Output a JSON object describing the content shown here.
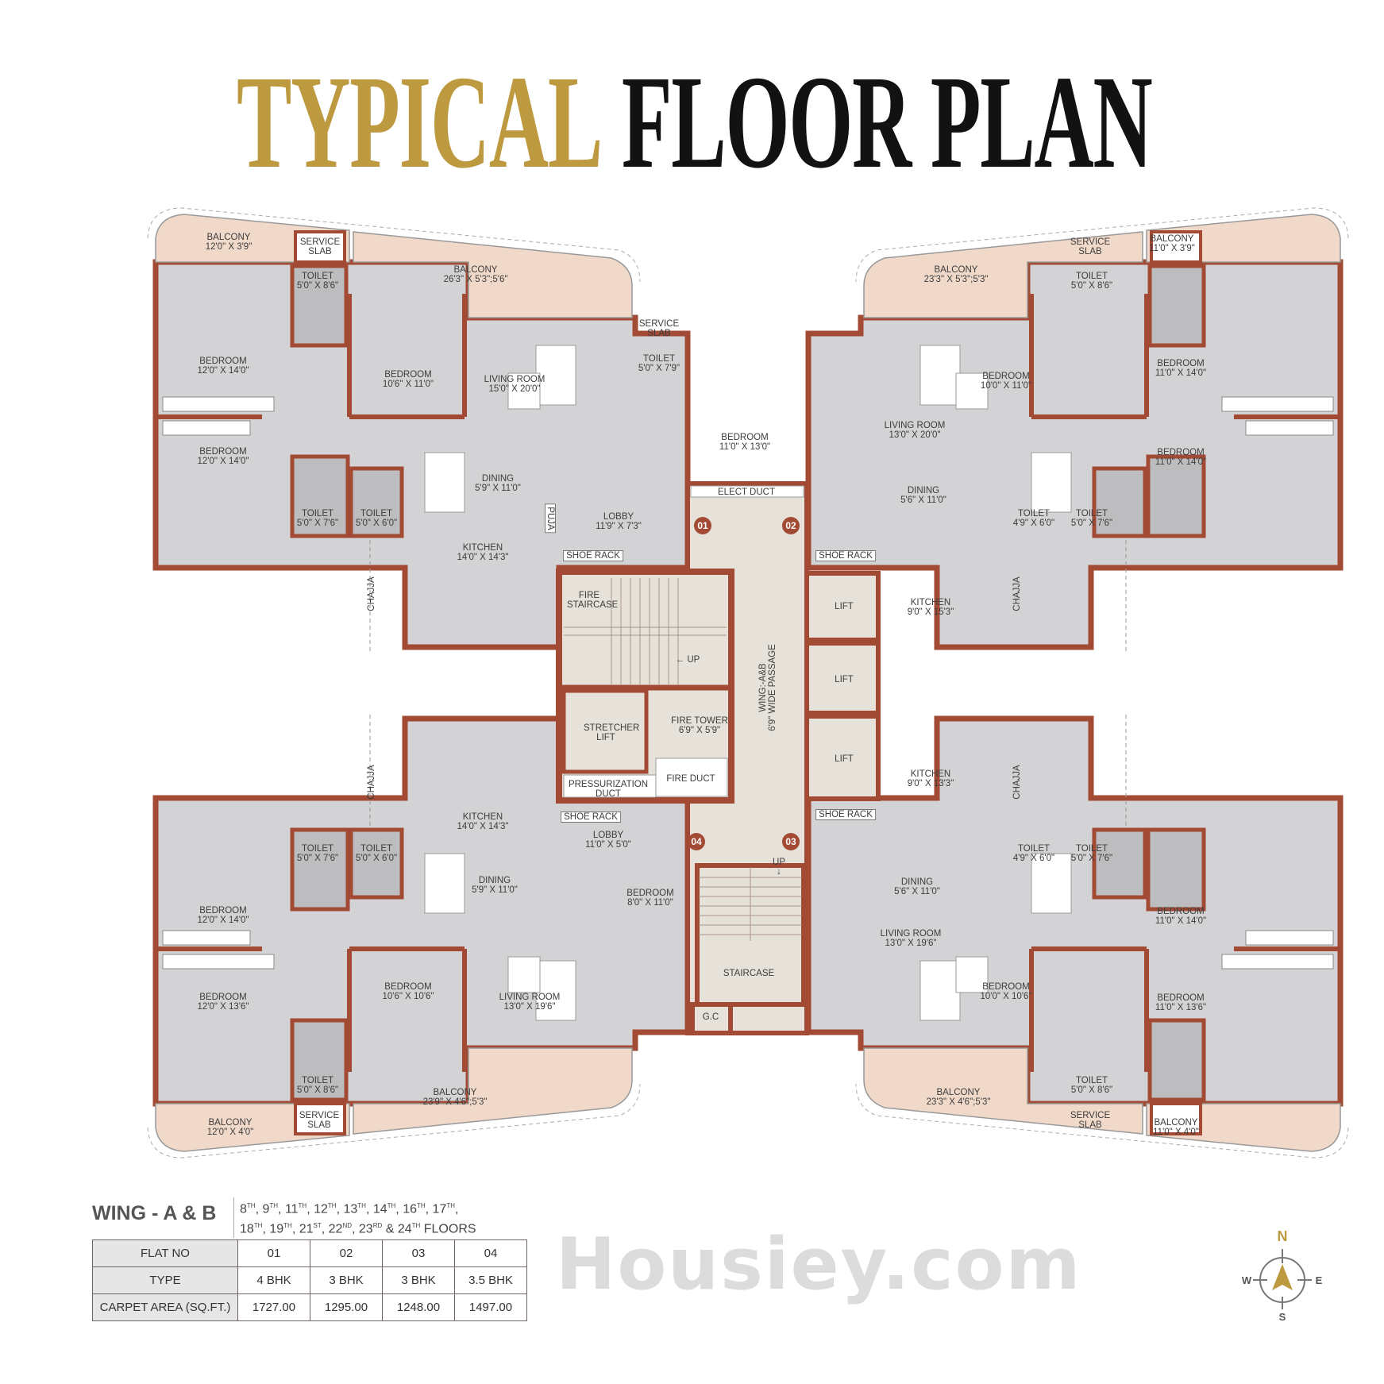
{
  "title": {
    "word1": "TYPICAL",
    "word2": "FLOOR PLAN",
    "word1_color": "#bd9a3f",
    "word2_color": "#121212"
  },
  "watermark": "Housiey.com",
  "colors": {
    "wall": "#a24a33",
    "flat_floor": "#d3d3d5",
    "balcony": "#f1d9ca",
    "core": "#e6e2da"
  },
  "flat_numbers": [
    "01",
    "02",
    "03",
    "04"
  ],
  "flat01": {
    "rooms": [
      {
        "name": "BALCONY",
        "size": "12'0\" X 3'9\""
      },
      {
        "name": "SERVICE SLAB",
        "size": ""
      },
      {
        "name": "TOILET",
        "size": "5'0\" X 8'6\""
      },
      {
        "name": "BALCONY",
        "size": "26'3\" X 5'3\";5'6\""
      },
      {
        "name": "BEDROOM",
        "size": "12'0\" X 14'0\""
      },
      {
        "name": "BEDROOM",
        "size": "10'6\" X 11'0\""
      },
      {
        "name": "LIVING ROOM",
        "size": "15'0\" X 20'0\""
      },
      {
        "name": "BEDROOM",
        "size": "12'0\" X 14'0\""
      },
      {
        "name": "DINING",
        "size": "5'9\" X 11'0\""
      },
      {
        "name": "TOILET",
        "size": "5'0\" X 7'6\""
      },
      {
        "name": "TOILET",
        "size": "5'0\" X 6'0\""
      },
      {
        "name": "PUJA",
        "size": ""
      },
      {
        "name": "LOBBY",
        "size": "11'9\" X 7'3\""
      },
      {
        "name": "KITCHEN",
        "size": "14'0\" X 14'3\""
      },
      {
        "name": "SHOE RACK",
        "size": ""
      },
      {
        "name": "CHAJJA",
        "size": ""
      },
      {
        "name": "SERVICE SLAB",
        "size": ""
      },
      {
        "name": "TOILET",
        "size": "5'0\" X 7'9\""
      },
      {
        "name": "BEDROOM",
        "size": "11'0\" X 13'0\""
      }
    ]
  },
  "flat02": {
    "rooms": [
      {
        "name": "SERVICE SLAB",
        "size": ""
      },
      {
        "name": "BALCONY",
        "size": "11'0\" X 3'9\""
      },
      {
        "name": "BALCONY",
        "size": "23'3\" X 5'3\";5'3\""
      },
      {
        "name": "TOILET",
        "size": "5'0\" X 8'6\""
      },
      {
        "name": "BEDROOM",
        "size": "11'0\" X 14'0\""
      },
      {
        "name": "BEDROOM",
        "size": "10'0\" X 11'0\""
      },
      {
        "name": "LIVING ROOM",
        "size": "13'0\" X 20'0\""
      },
      {
        "name": "BEDROOM",
        "size": "11'0\" X 14'0\""
      },
      {
        "name": "DINING",
        "size": "5'6\" X 11'0\""
      },
      {
        "name": "TOILET",
        "size": "4'9\" X 6'0\""
      },
      {
        "name": "TOILET",
        "size": "5'0\" X 7'6\""
      },
      {
        "name": "CHAJJA",
        "size": ""
      },
      {
        "name": "KITCHEN",
        "size": "9'0\" X 15'3\""
      },
      {
        "name": "SHOE RACK",
        "size": ""
      }
    ]
  },
  "flat03": {
    "rooms": [
      {
        "name": "KITCHEN",
        "size": "9'0\" X 13'3\""
      },
      {
        "name": "CHAJJA",
        "size": ""
      },
      {
        "name": "TOILET",
        "size": "4'9\" X 6'0\""
      },
      {
        "name": "TOILET",
        "size": "5'0\" X 7'6\""
      },
      {
        "name": "DINING",
        "size": "5'6\" X 11'0\""
      },
      {
        "name": "BEDROOM",
        "size": "11'0\" X 14'0\""
      },
      {
        "name": "LIVING ROOM",
        "size": "13'0\" X 19'6\""
      },
      {
        "name": "BEDROOM",
        "size": "10'0\" X 10'6\""
      },
      {
        "name": "BEDROOM",
        "size": "11'0\" X 13'6\""
      },
      {
        "name": "TOILET",
        "size": "5'0\" X 8'6\""
      },
      {
        "name": "BALCONY",
        "size": "23'3\" X 4'6\";5'3\""
      },
      {
        "name": "SERVICE SLAB",
        "size": ""
      },
      {
        "name": "BALCONY",
        "size": "11'0\" X 4'0\""
      },
      {
        "name": "SHOE RACK",
        "size": ""
      }
    ]
  },
  "flat04": {
    "rooms": [
      {
        "name": "CHAJJA",
        "size": ""
      },
      {
        "name": "KITCHEN",
        "size": "14'0\" X 14'3\""
      },
      {
        "name": "TOILET",
        "size": "5'0\" X 7'6\""
      },
      {
        "name": "TOILET",
        "size": "5'0\" X 6'0\""
      },
      {
        "name": "DINING",
        "size": "5'9\" X 11'0\""
      },
      {
        "name": "BEDROOM",
        "size": "12'0\" X 14'0\""
      },
      {
        "name": "BEDROOM",
        "size": "12'0\" X 13'6\""
      },
      {
        "name": "BEDROOM",
        "size": "10'6\" X 10'6\""
      },
      {
        "name": "LIVING ROOM",
        "size": "13'0\" X 19'6\""
      },
      {
        "name": "TOILET",
        "size": "5'0\" X 8'6\""
      },
      {
        "name": "BALCONY",
        "size": "23'9\" X 4'6\";5'3\""
      },
      {
        "name": "SERVICE SLAB",
        "size": ""
      },
      {
        "name": "BALCONY",
        "size": "12'0\" X 4'0\""
      },
      {
        "name": "SHOE RACK",
        "size": ""
      },
      {
        "name": "LOBBY",
        "size": "11'0\" X 5'0\""
      },
      {
        "name": "BEDROOM",
        "size": "8'0\" X 11'0\""
      }
    ]
  },
  "core": {
    "elect_duct": "ELECT DUCT",
    "fire_staircase": "FIRE STAIRCASE",
    "up1": "UP",
    "up2": "UP",
    "lift": "LIFT",
    "passage_line1": "WING:-A&B",
    "passage_line2": "6'9\" WIDE PASSAGE",
    "stretcher_lift": "STRETCHER LIFT",
    "fire_tower": "FIRE TOWER",
    "fire_tower_size": "6'9\" X 5'9\"",
    "pressurization_duct": "PRESSURIZATION DUCT",
    "fire_duct": "FIRE DUCT",
    "staircase": "STAIRCASE",
    "gc": "G.C"
  },
  "legend": {
    "wing": "WING - A & B",
    "floors": [
      {
        "n": "8",
        "s": "TH"
      },
      {
        "n": "9",
        "s": "TH"
      },
      {
        "n": "11",
        "s": "TH"
      },
      {
        "n": "12",
        "s": "TH"
      },
      {
        "n": "13",
        "s": "TH"
      },
      {
        "n": "14",
        "s": "TH"
      },
      {
        "n": "16",
        "s": "TH"
      },
      {
        "n": "17",
        "s": "TH"
      },
      {
        "n": "18",
        "s": "TH"
      },
      {
        "n": "19",
        "s": "TH"
      },
      {
        "n": "21",
        "s": "ST"
      },
      {
        "n": "22",
        "s": "ND"
      },
      {
        "n": "23",
        "s": "RD"
      },
      {
        "n": "24",
        "s": "TH"
      }
    ],
    "floors_suffix": "FLOORS",
    "and": "&"
  },
  "table": {
    "rows": [
      {
        "header": "FLAT NO",
        "values": [
          "01",
          "02",
          "03",
          "04"
        ]
      },
      {
        "header": "TYPE",
        "values": [
          "4 BHK",
          "3 BHK",
          "3 BHK",
          "3.5 BHK"
        ]
      },
      {
        "header": "CARPET AREA (SQ.FT.)",
        "values": [
          "1727.00",
          "1295.00",
          "1248.00",
          "1497.00"
        ]
      }
    ]
  },
  "compass": {
    "n": "N",
    "s": "S",
    "e": "E",
    "w": "W",
    "accent": "#bd9a3f"
  }
}
